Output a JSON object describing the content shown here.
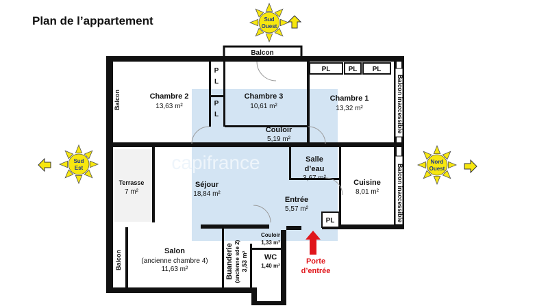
{
  "title": "Plan de l’appartement",
  "watermark": "capifrance",
  "orientation": [
    {
      "line1": "Sud",
      "line2": "Ouest",
      "arrow": "up"
    },
    {
      "line1": "Sud",
      "line2": "Est",
      "arrow": "left"
    },
    {
      "line1": "Nord",
      "line2": "Ouest",
      "arrow": "right"
    }
  ],
  "rooms": {
    "balcon_top": "Balcon",
    "chambre2": {
      "name": "Chambre 2",
      "area": "13,63 m²"
    },
    "chambre3": {
      "name": "Chambre 3",
      "area": "10,61 m²"
    },
    "chambre1": {
      "name": "Chambre 1",
      "area": "13,32 m²"
    },
    "pl": "PL",
    "pl_p": "P",
    "pl_l": "L",
    "balcon_left_top": "Balcon",
    "balcon_inaccessible": "Balcon inaccessible",
    "couloir": {
      "name": "Couloir",
      "area": "5,19 m²"
    },
    "terrasse": {
      "name": "Terrasse",
      "area": "7 m²"
    },
    "sejour": {
      "name": "Séjour",
      "area": "18,84 m²"
    },
    "salle_eau": {
      "name1": "Salle",
      "name2": "d’eau",
      "area": "3,67 m²"
    },
    "cuisine": {
      "name": "Cuisine",
      "area": "8,01 m²"
    },
    "entree": {
      "name": "Entrée",
      "area": "5,57 m²"
    },
    "couloir2": {
      "name": "Couloir",
      "area": "1,33 m²"
    },
    "wc": {
      "name": "WC",
      "area": "1,40 m²"
    },
    "salon": {
      "name": "Salon",
      "sub": "(ancienne chambre 4)",
      "area": "11,63 m²"
    },
    "buanderie": {
      "name": "Buanderie",
      "sub": "(ancienne sde 2)",
      "area": "3,53 m²"
    },
    "balcon_left_bottom": "Balcon"
  },
  "entrance": {
    "line1": "Porte",
    "line2": "d’entrée",
    "color": "#e0161b"
  },
  "colors": {
    "sun": "#f7e70f",
    "sun_text": "#1f3a8a",
    "watermark_bg": "#d3e4f3",
    "wall": "#111111"
  }
}
